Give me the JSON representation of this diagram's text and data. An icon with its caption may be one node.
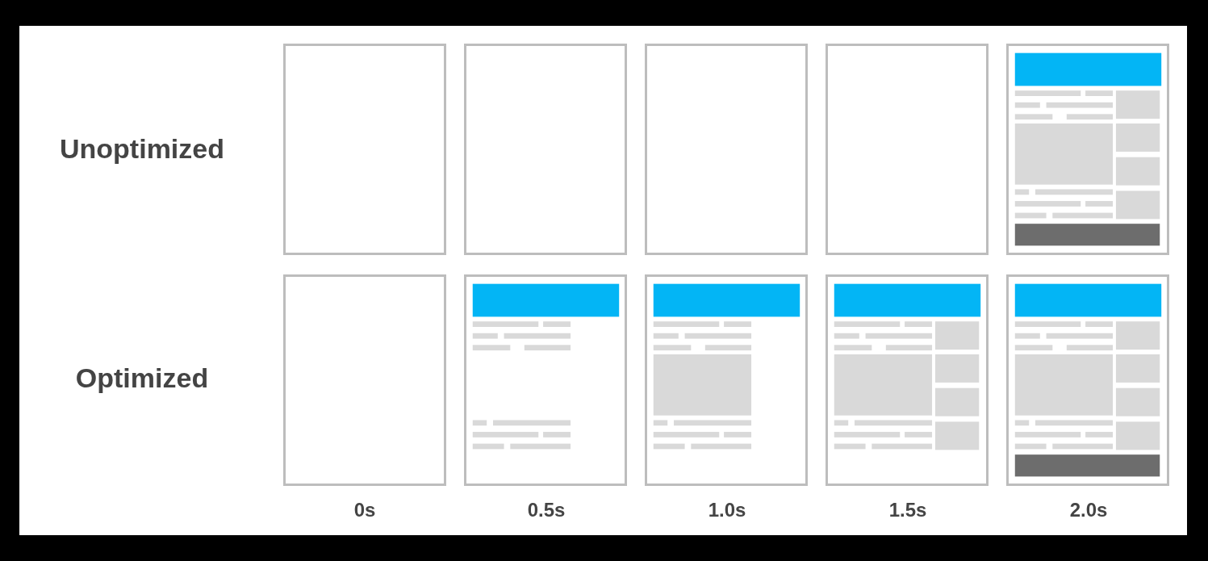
{
  "diagram": {
    "labels": [
      "Unoptimized",
      "Optimized",
      "0s",
      "0.5s",
      "1.0s",
      "1.5s",
      "2.0s"
    ]
  }
}
